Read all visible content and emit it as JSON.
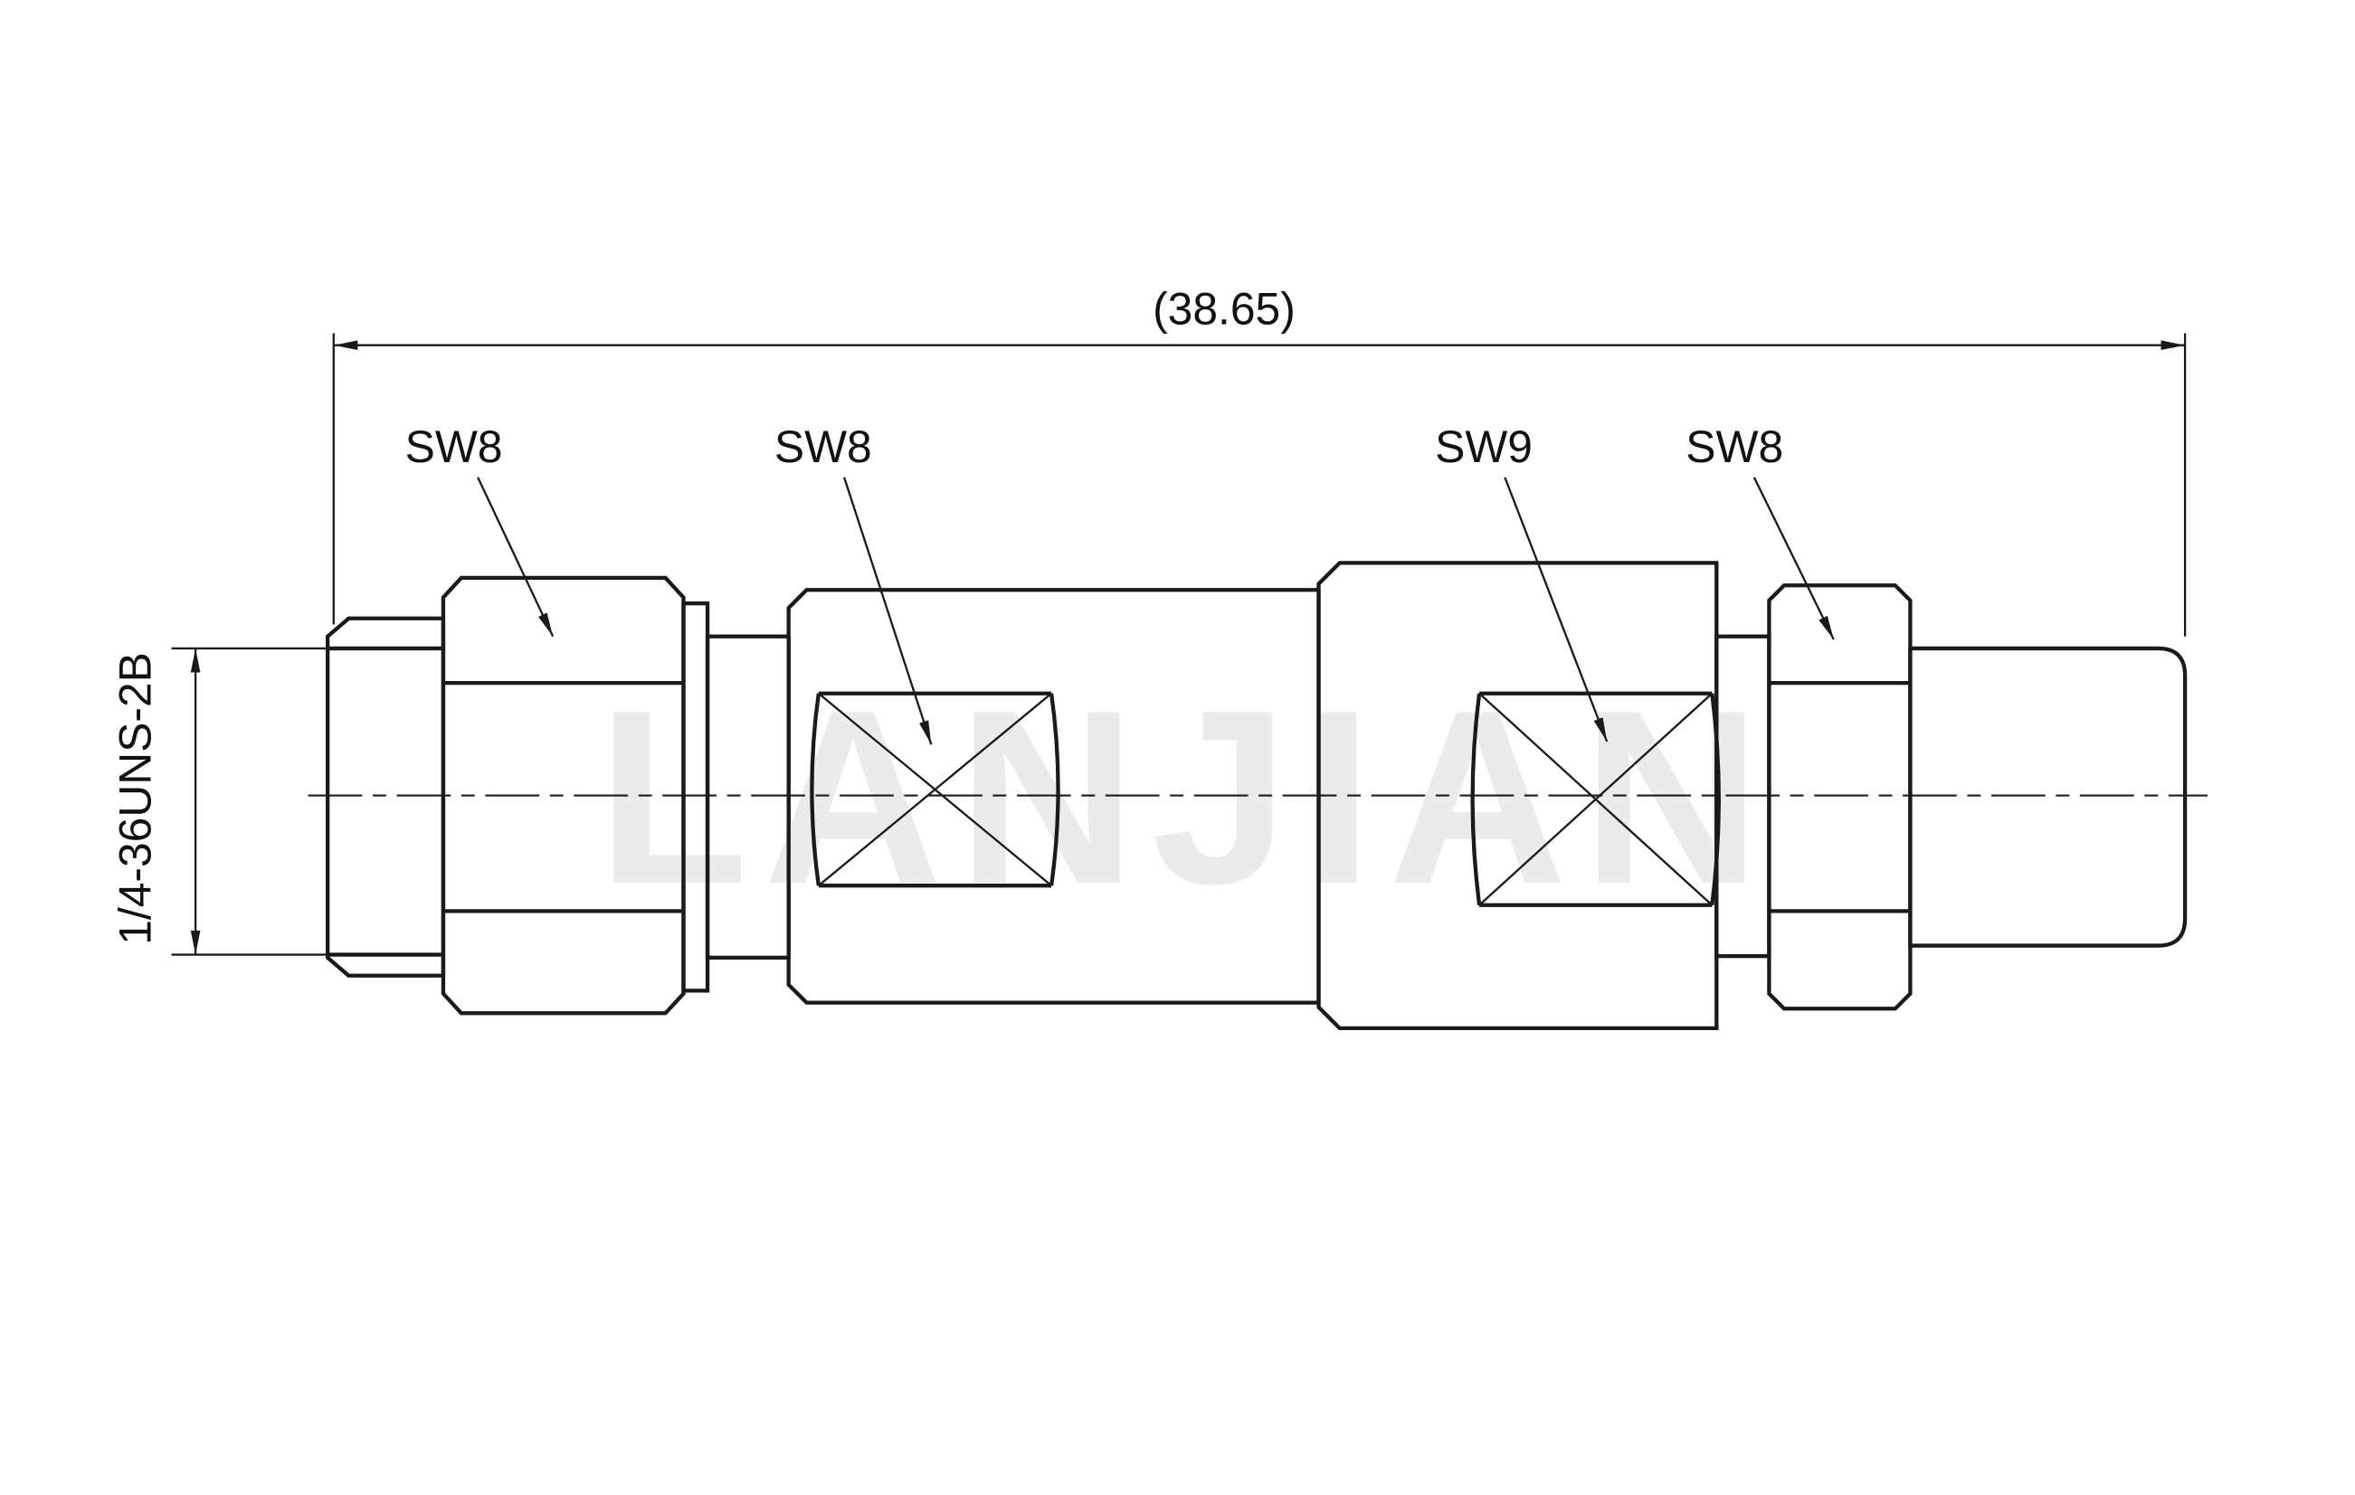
{
  "drawing": {
    "type": "technical-drawing",
    "subject": "coaxial-adapter-side-view",
    "watermark": "LANJIAN",
    "colors": {
      "line": "#1a1a1a",
      "background": "#ffffff",
      "watermark": "#ebebeb"
    },
    "dimensions": {
      "overall_length": "(38.65)",
      "thread_spec": "1/4-36UNS-2B"
    },
    "labels": {
      "sw8_left": "SW8",
      "sw8_mid": "SW8",
      "sw9": "SW9",
      "sw8_right": "SW8"
    }
  }
}
